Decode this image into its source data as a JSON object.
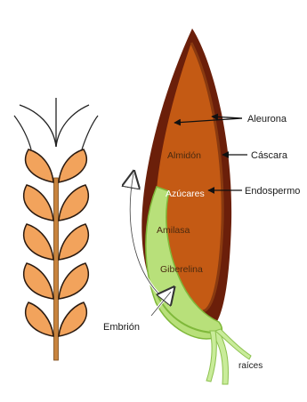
{
  "labels": {
    "aleurona": "Aleurona",
    "cascara": "Cáscara",
    "endospermo": "Endospermo",
    "almidon": "Almidón",
    "azucares": "Azúcares",
    "amilasa": "Amilasa",
    "giberelina": "Giberelina",
    "embrion": "Embrión",
    "raices": "raíces"
  },
  "colors": {
    "husk": "#6b1f0a",
    "endosperm": "#c45a14",
    "aleurone_band": "#8a3a10",
    "embryo": "#b8e07a",
    "embryo_dark": "#7fb83a",
    "wheat_grain": "#f2a35c",
    "wheat_stem": "#c8843e"
  }
}
